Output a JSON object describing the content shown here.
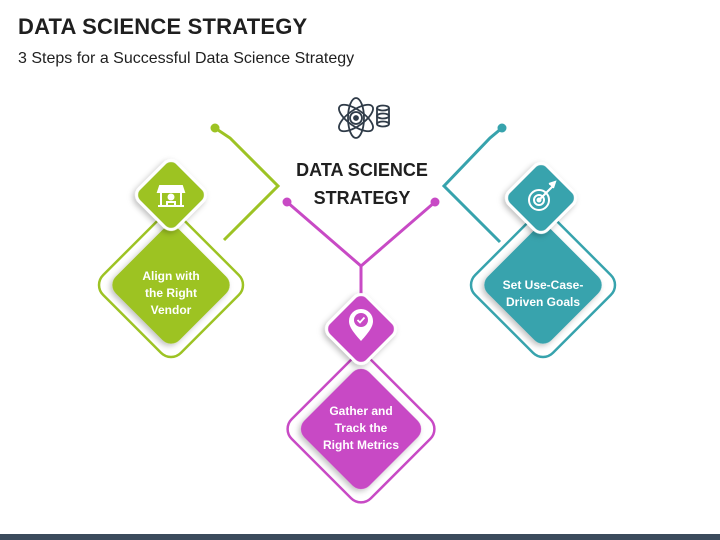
{
  "header": {
    "title": "DATA SCIENCE STRATEGY",
    "subtitle": "3 Steps for a Successful Data Science Strategy"
  },
  "center": {
    "line1": "DATA SCIENCE",
    "line2": "STRATEGY",
    "icon": "data-science-icon"
  },
  "steps": [
    {
      "line1": "Align with",
      "line2": "the Right",
      "line3": "Vendor",
      "icon": "vendor-store-icon",
      "color": "#9dc324"
    },
    {
      "line1": "Gather and",
      "line2": "Track the",
      "line3": "Right Metrics",
      "icon": "location-check-icon",
      "color": "#c84ac5"
    },
    {
      "line1": "Set Use-Case-",
      "line2": "Driven Goals",
      "line3": "",
      "icon": "target-arrow-icon",
      "color": "#37a3ad"
    }
  ],
  "colors": {
    "green": "#9dc324",
    "magenta": "#c84ac5",
    "teal": "#37a3ad",
    "text": "#1f1f1f"
  }
}
